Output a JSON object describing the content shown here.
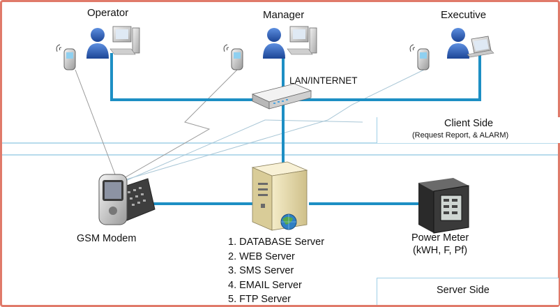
{
  "nodes": {
    "operator": "Operator",
    "manager": "Manager",
    "executive": "Executive",
    "network": "LAN/INTERNET",
    "gsm_modem": "GSM Modem",
    "power_meter": "Power Meter",
    "power_meter_params": "(kWH, F, Pf)"
  },
  "zones": {
    "client_title": "Client Side",
    "client_subtitle": "(Request Report, & ALARM)",
    "server_title": "Server Side"
  },
  "servers": [
    "1. DATABASE Server",
    "2. WEB Server",
    "3. SMS Server",
    "4. EMAIL Server",
    "5. FTP Server"
  ],
  "colors": {
    "link": "#1d8fc4",
    "wireless": "#8a8a8a",
    "divider": "#9fcfe6",
    "frame": "#e07a6a",
    "user": "#2a5db0"
  }
}
